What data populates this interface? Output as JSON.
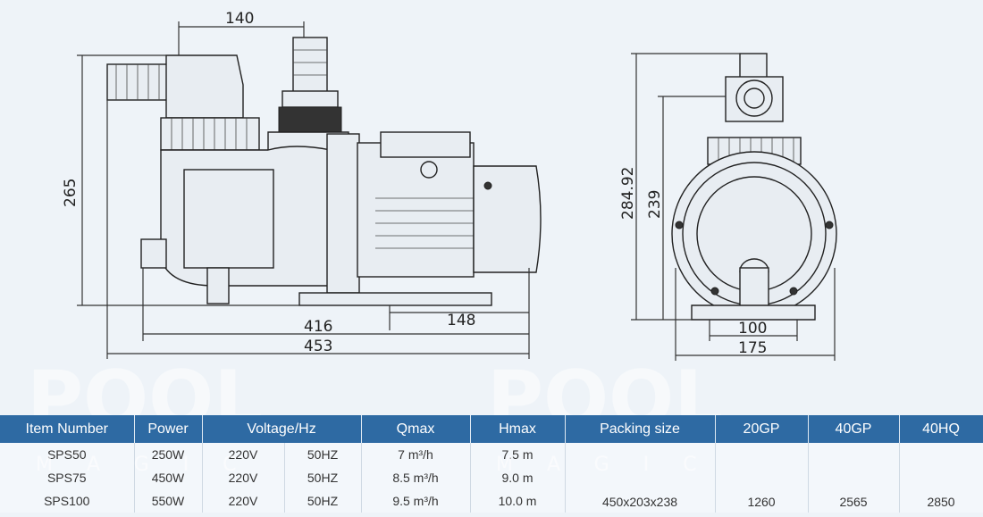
{
  "dimensions": {
    "top_width": "140",
    "left_height": "265",
    "base_right": "148",
    "base_mid": "416",
    "total_length": "453",
    "side_height_total": "284.92",
    "side_height_inner": "239",
    "side_base_inner": "100",
    "side_base_total": "175"
  },
  "watermarks": [
    {
      "word": "POOL",
      "sub": "MAGIC"
    },
    {
      "word": "POOL",
      "sub": "MAGIC"
    }
  ],
  "table": {
    "headers": [
      "Item Number",
      "Power",
      "Voltage/Hz",
      "Qmax",
      "Hmax",
      "Packing size",
      "20GP",
      "40GP",
      "40HQ"
    ],
    "rows": [
      {
        "item": "SPS50",
        "power": "250W",
        "voltage": "220V",
        "hz": "50HZ",
        "qmax": "7 m³/h",
        "hmax": "7.5 m"
      },
      {
        "item": "SPS75",
        "power": "450W",
        "voltage": "220V",
        "hz": "50HZ",
        "qmax": "8.5 m³/h",
        "hmax": "9.0 m"
      },
      {
        "item": "SPS100",
        "power": "550W",
        "voltage": "220V",
        "hz": "50HZ",
        "qmax": "9.5 m³/h",
        "hmax": "10.0 m"
      }
    ],
    "packing_size": "450x203x238",
    "gp20": "1260",
    "gp40": "2565",
    "hq40": "2850"
  }
}
